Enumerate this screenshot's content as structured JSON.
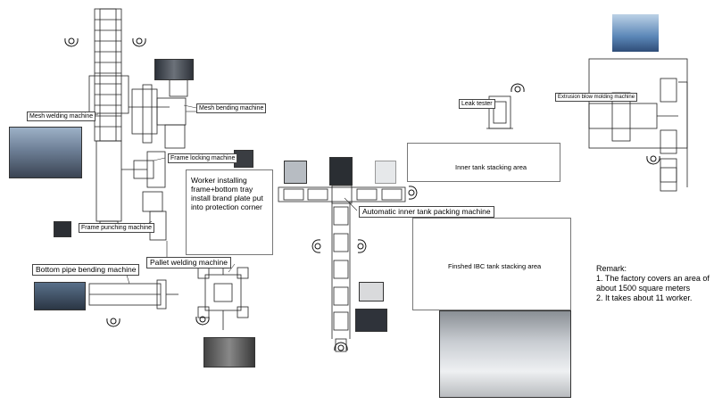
{
  "labels": {
    "mesh_welding": "Mesh welding machine",
    "mesh_bending": "Mesh bending machine",
    "frame_locking": "Frame locking machine",
    "frame_punching": "Frame punching machine",
    "bottom_pipe_bending": "Bottom pipe bending machine",
    "pallet_welding": "Pallet welding machine",
    "leak_tester": "Leak tester",
    "blow_molding": "Extrusion blow molding machine",
    "automatic_packing": "Automatic inner tank packing machine"
  },
  "areas": {
    "worker_note_lines": [
      "Worker installing",
      "frame+bottom tray",
      "install brand plate put",
      "into protection corner"
    ],
    "inner_tank_stacking": "Inner tank stacking area",
    "finished_ibc_stacking": "Finshed IBC tank stacking area"
  },
  "remark": {
    "title": "Remark:",
    "lines": [
      "1. The factory covers an area of",
      "about 1500 square meters",
      "2. It takes about 11 worker."
    ]
  }
}
